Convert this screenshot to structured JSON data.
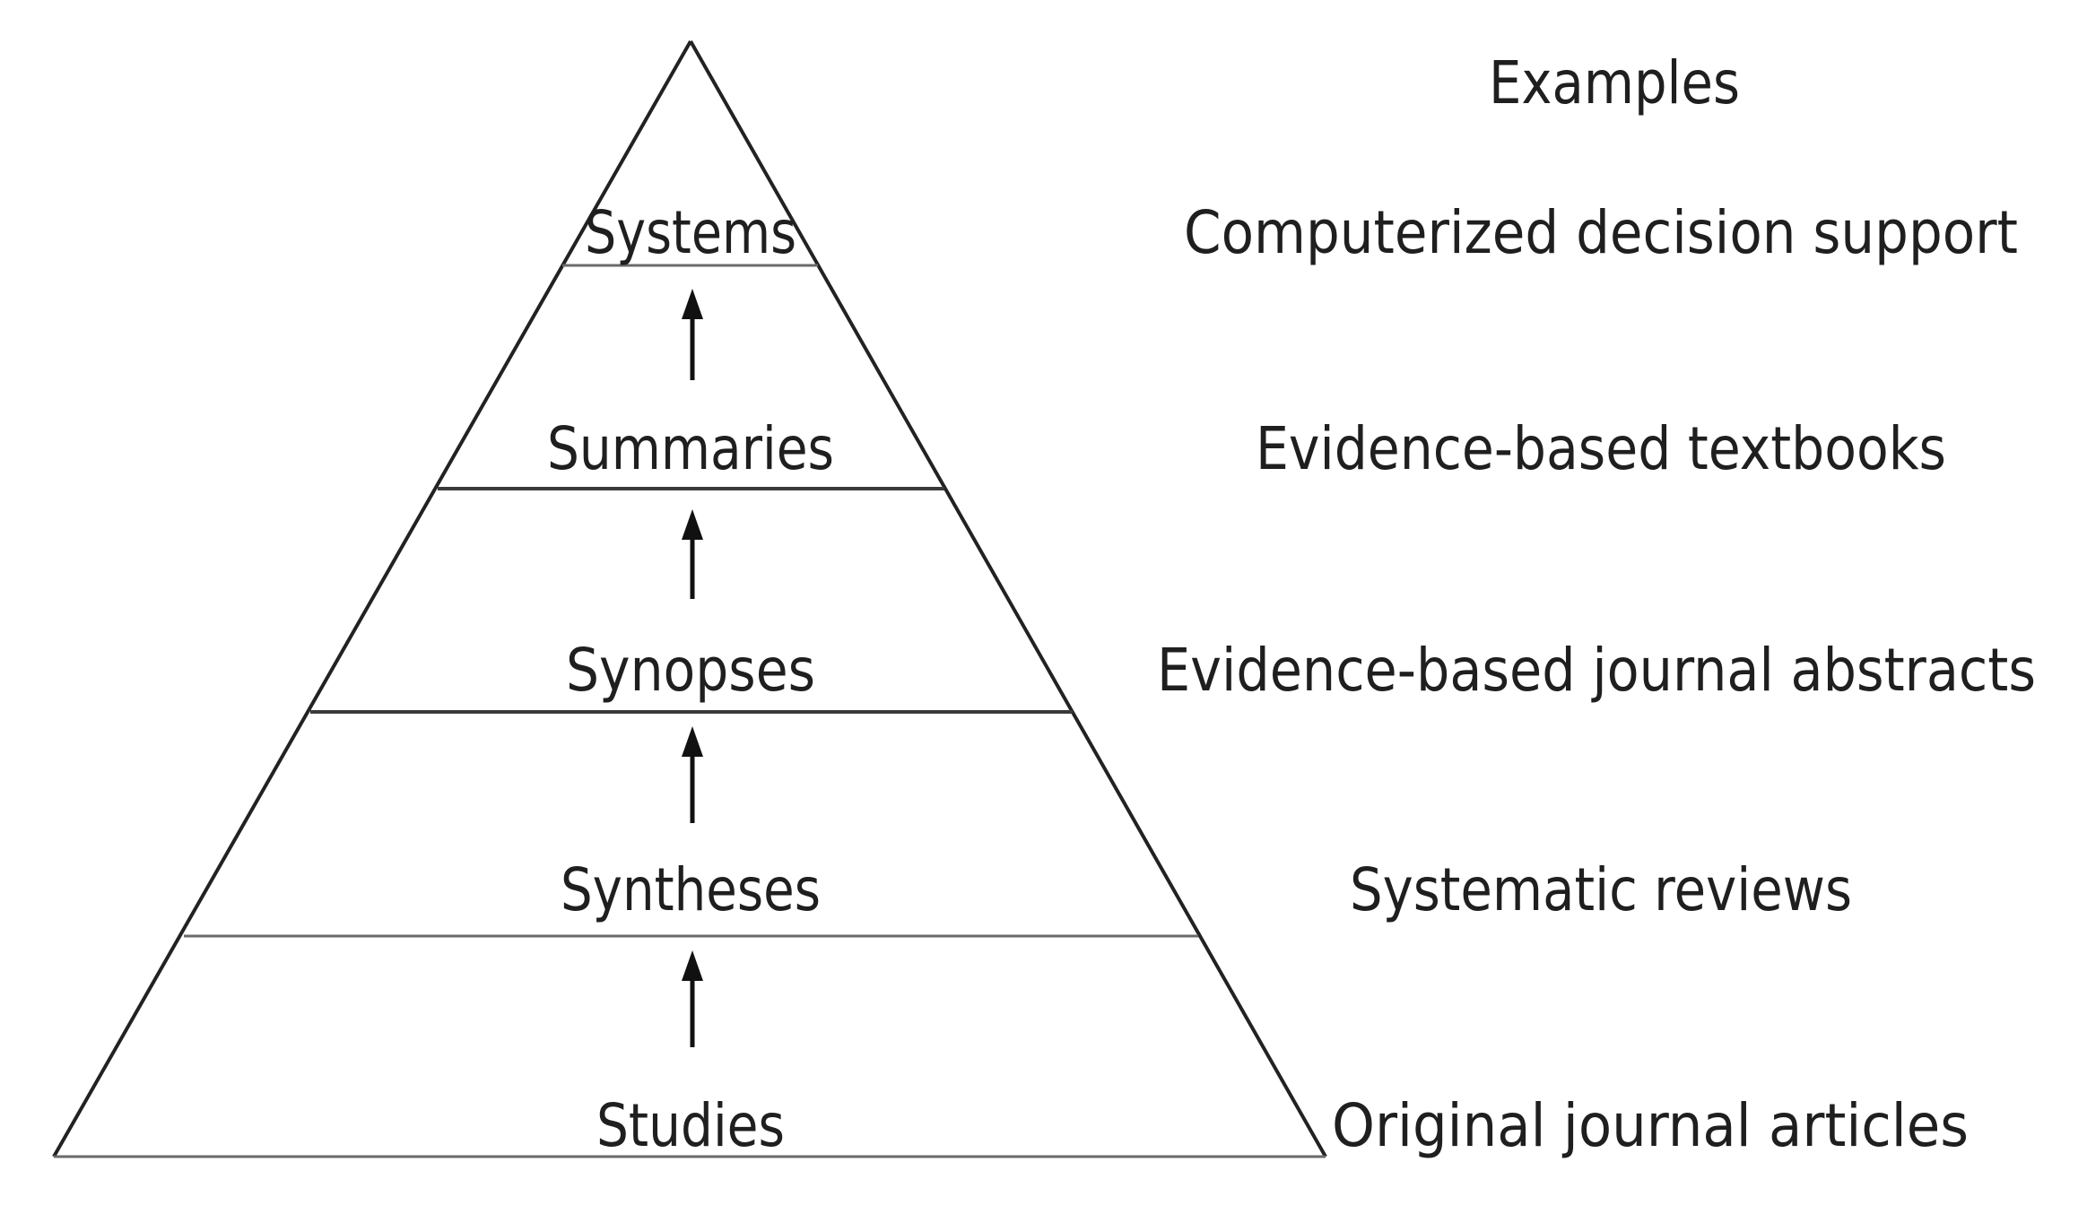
{
  "examples_header": "Examples",
  "levels": [
    {
      "name": "Systems",
      "example": "Computerized decision support"
    },
    {
      "name": "Summaries",
      "example": "Evidence-based textbooks"
    },
    {
      "name": "Synopses",
      "example": "Evidence-based journal abstracts"
    },
    {
      "name": "Syntheses",
      "example": "Systematic reviews"
    },
    {
      "name": "Studies",
      "example": "Original journal articles"
    }
  ]
}
